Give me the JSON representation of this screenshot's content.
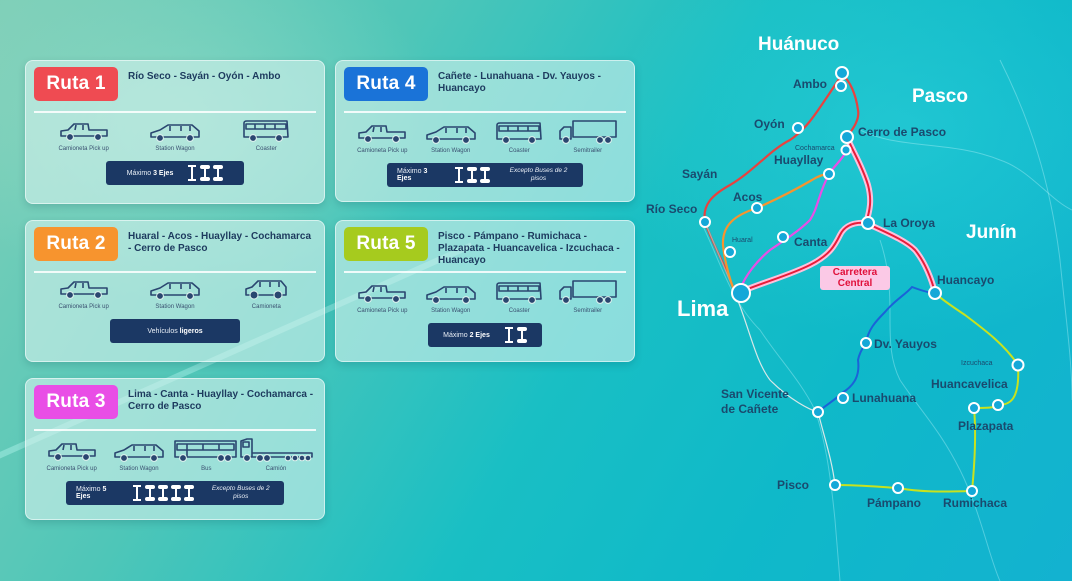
{
  "routes": [
    {
      "id": 1,
      "label": "Ruta 1",
      "color": "#ef4b52",
      "stops": "Río Seco - Sayán - Oyón - Ambo",
      "vehicles": [
        {
          "type": "pickup",
          "label": "Camioneta Pick up"
        },
        {
          "type": "wagon",
          "label": "Station Wagon"
        },
        {
          "type": "coaster",
          "label": "Coaster"
        }
      ],
      "limit": {
        "prefix": "Máximo ",
        "value": "3 Ejes",
        "axles": 3,
        "note": ""
      }
    },
    {
      "id": 2,
      "label": "Ruta 2",
      "color": "#f7942e",
      "stops": "Huaral - Acos - Huayllay - Cochamarca - Cerro de Pasco",
      "vehicles": [
        {
          "type": "pickup",
          "label": "Camioneta Pick up"
        },
        {
          "type": "wagon",
          "label": "Station Wagon"
        },
        {
          "type": "suv",
          "label": "Camioneta"
        }
      ],
      "limit": {
        "prefix": "Vehículos ",
        "value": "ligeros",
        "axles": 0,
        "note": ""
      }
    },
    {
      "id": 3,
      "label": "Ruta 3",
      "color": "#e94ee6",
      "stops": "Lima - Canta - Huayllay - Cochamarca - Cerro de Pasco",
      "vehicles": [
        {
          "type": "pickup",
          "label": "Camioneta Pick up"
        },
        {
          "type": "wagon",
          "label": "Station Wagon"
        },
        {
          "type": "bus",
          "label": "Bus"
        },
        {
          "type": "truck",
          "label": "Camión"
        }
      ],
      "limit": {
        "prefix": "Máximo ",
        "value": "5 Ejes",
        "axles": 5,
        "note": "Excepto Buses de 2 pisos"
      }
    },
    {
      "id": 4,
      "label": "Ruta 4",
      "color": "#1a73d8",
      "stops": "Cañete - Lunahuana - Dv. Yauyos - Huancayo",
      "vehicles": [
        {
          "type": "pickup",
          "label": "Camioneta Pick up"
        },
        {
          "type": "wagon",
          "label": "Station Wagon"
        },
        {
          "type": "coaster",
          "label": "Coaster"
        },
        {
          "type": "semitrailer",
          "label": "Semitrailer"
        }
      ],
      "limit": {
        "prefix": "Máximo ",
        "value": "3 Ejes",
        "axles": 3,
        "note": "Excepto Buses de 2 pisos"
      }
    },
    {
      "id": 5,
      "label": "Ruta 5",
      "color": "#a6cb1e",
      "stops": "Pisco - Pámpano - Rumichaca - Plazapata - Huancavelica - Izcuchaca - Huancayo",
      "vehicles": [
        {
          "type": "pickup",
          "label": "Camioneta Pick up"
        },
        {
          "type": "wagon",
          "label": "Station Wagon"
        },
        {
          "type": "coaster",
          "label": "Coaster"
        },
        {
          "type": "semitrailer",
          "label": "Semitrailer"
        }
      ],
      "limit": {
        "prefix": "Máximo ",
        "value": "2 Ejes",
        "axles": 2,
        "note": ""
      }
    }
  ],
  "map": {
    "regions": {
      "huanuco": "Huánuco",
      "pasco": "Pasco",
      "junin": "Junín",
      "lima": "Lima"
    },
    "highway_label": "Carretera Central",
    "towns": {
      "ambo": "Ambo",
      "oyon": "Oyón",
      "cerro_de_pasco": "Cerro de Pasco",
      "cochamarca": "Cochamarca",
      "huayllay": "Huayllay",
      "sayan": "Sayán",
      "rio_seco": "Río Seco",
      "acos": "Acos",
      "huaral": "Huaral",
      "canta": "Canta",
      "la_oroya": "La Oroya",
      "huancayo": "Huancayo",
      "dv_yauyos": "Dv. Yauyos",
      "izcuchaca": "Izcuchaca",
      "huancavelica": "Huancavelica",
      "san_vicente": "San Vicente\nde Cañete",
      "lunahuana": "Lunahuana",
      "plazapata": "Plazapata",
      "pisco": "Pisco",
      "pampano": "Pámpano",
      "rumichaca": "Rumichaca"
    },
    "colors": {
      "ruta1": "#e8423f",
      "ruta2": "#f7942e",
      "ruta3": "#e94ee6",
      "ruta4": "#1a63d8",
      "ruta5": "#c8e21e",
      "central": "#e81c3a",
      "central_glow": "#ffc0dc",
      "node": "#14a8d8"
    }
  }
}
